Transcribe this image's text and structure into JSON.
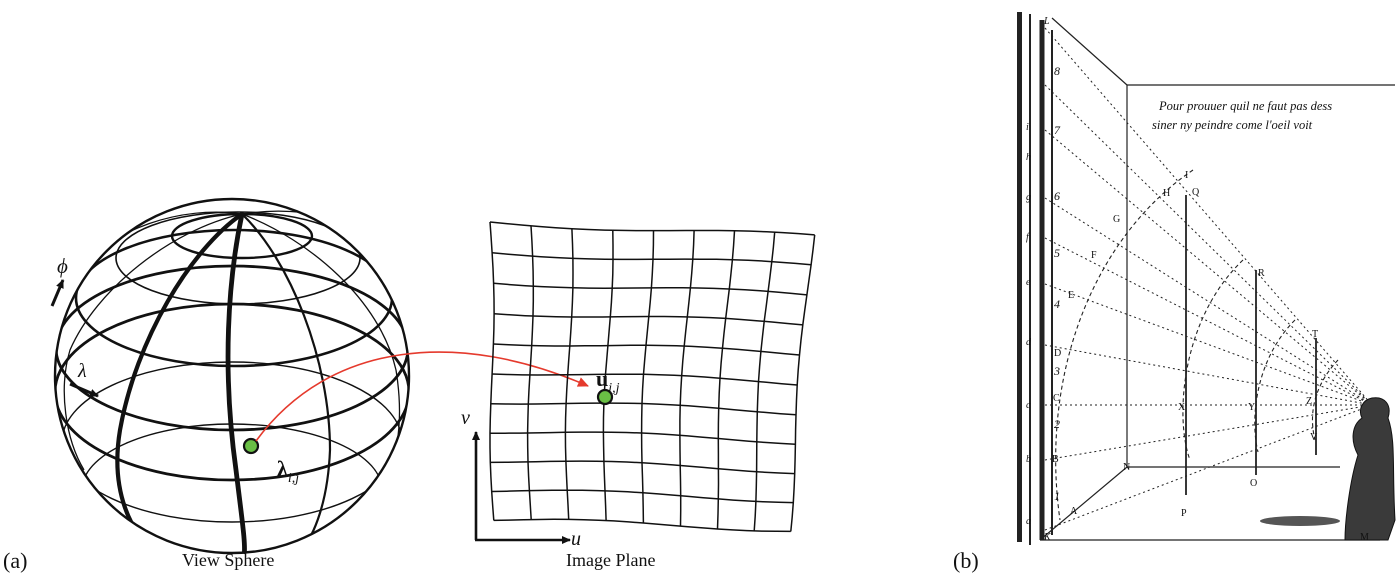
{
  "panels": {
    "a": {
      "label": "(a)",
      "sphere": {
        "caption": "View Sphere",
        "phi_label": "ϕ",
        "lambda_label": "λ",
        "point_label": "λ",
        "point_sub": "i,j",
        "point_color": "#6abf45"
      },
      "image_plane": {
        "caption": "Image Plane",
        "u_label": "u",
        "v_label": "v",
        "point_label": "u",
        "point_sub": "i,j",
        "point_color": "#6abf45"
      },
      "mapping_arrow_color": "#e53a2d"
    },
    "b": {
      "label": "(b)",
      "handwriting_line1": "Pour prouuer quil ne faut pas dess",
      "handwriting_line2": "siner ny peindre come l'oeil voit",
      "scale_letters": [
        "L",
        "i",
        "h",
        "g",
        "f",
        "e",
        "d",
        "c",
        "b",
        "a",
        "K"
      ],
      "scale_numbers": [
        "8",
        "7",
        "6",
        "5",
        "4",
        "3",
        "2",
        "1"
      ],
      "arc_letters": [
        "I",
        "H",
        "G",
        "F",
        "E",
        "D",
        "C",
        "B",
        "A"
      ],
      "plane_letters": [
        "Q",
        "R",
        "T",
        "X",
        "Y",
        "Z",
        "V",
        "P",
        "O",
        "N",
        "M"
      ]
    }
  }
}
